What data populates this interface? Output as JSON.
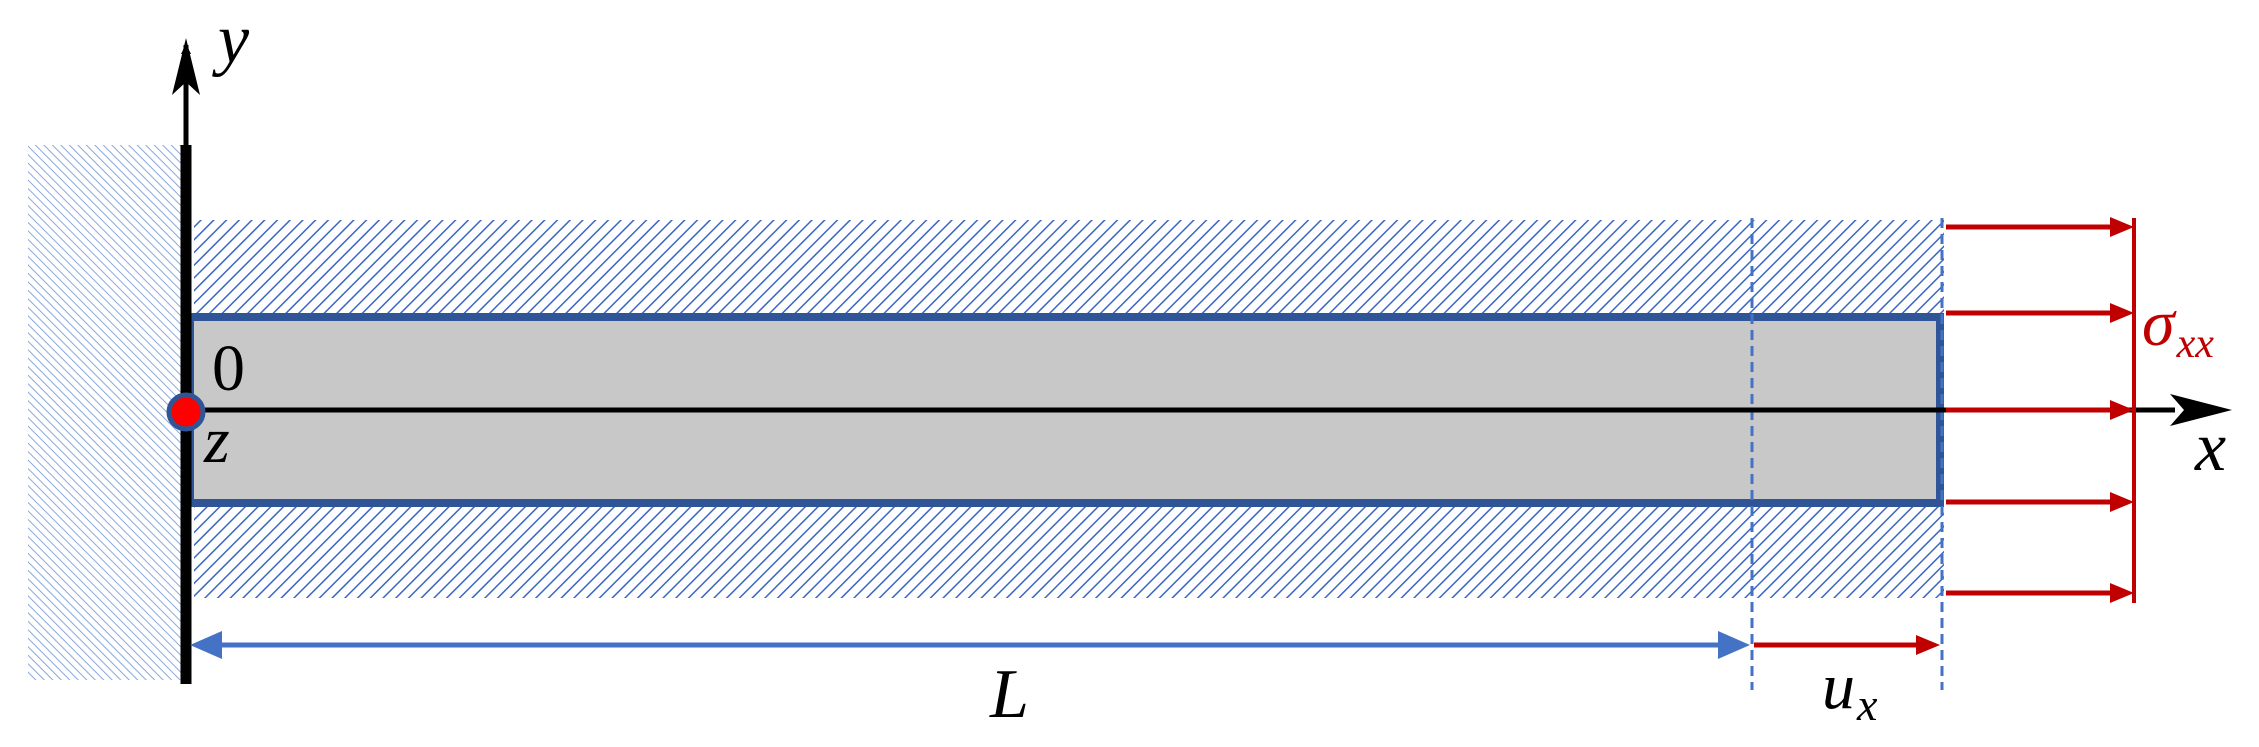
{
  "diagram": {
    "labels": {
      "y_axis": "y",
      "x_axis": "x",
      "origin": "0",
      "z_axis": "z",
      "length": "L",
      "displacement_base": "u",
      "displacement_sub": "x",
      "stress_base": "σ",
      "stress_sub": "xx"
    },
    "colors": {
      "axis": "#000000",
      "hatch_blue": "#3a66c4",
      "wall_hatch": "#8aa8dc",
      "bar_fill": "#c8c8c8",
      "bar_border": "#2f5597",
      "dimension_blue": "#4472c4",
      "stress_red": "#c00000",
      "origin_dot": "#ff0000"
    },
    "stress_arrow_count": 5
  }
}
